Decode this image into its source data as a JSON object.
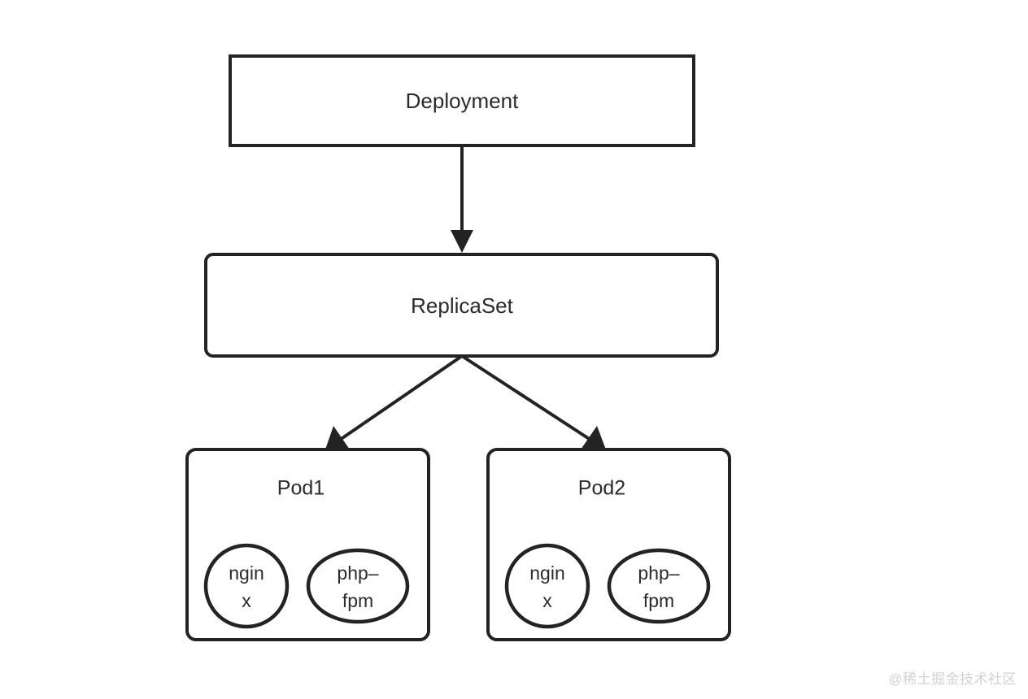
{
  "diagram": {
    "title": "Kubernetes Deployment / ReplicaSet / Pod hierarchy",
    "stroke_color": "#232323",
    "fill_color": "#ffffff",
    "text_color": "#2b2b2b",
    "nodes": {
      "deployment": {
        "label": "Deployment",
        "shape": "rectangle"
      },
      "replicaset": {
        "label": "ReplicaSet",
        "shape": "rounded-rectangle"
      },
      "pod1": {
        "label": "Pod1",
        "shape": "rounded-rectangle",
        "containers": [
          {
            "label_line1": "ngin",
            "label_line2": "x",
            "shape": "circle"
          },
          {
            "label_line1": "php–",
            "label_line2": "fpm",
            "shape": "ellipse"
          }
        ]
      },
      "pod2": {
        "label": "Pod2",
        "shape": "rounded-rectangle",
        "containers": [
          {
            "label_line1": "ngin",
            "label_line2": "x",
            "shape": "circle"
          },
          {
            "label_line1": "php–",
            "label_line2": "fpm",
            "shape": "ellipse"
          }
        ]
      }
    },
    "edges": [
      {
        "from": "deployment",
        "to": "replicaset",
        "style": "solid-arrow"
      },
      {
        "from": "replicaset",
        "to": "pod1",
        "style": "solid-arrow"
      },
      {
        "from": "replicaset",
        "to": "pod2",
        "style": "solid-arrow"
      }
    ]
  },
  "watermark": {
    "text": "@稀土掘金技术社区",
    "color": "#d2d2d2"
  }
}
